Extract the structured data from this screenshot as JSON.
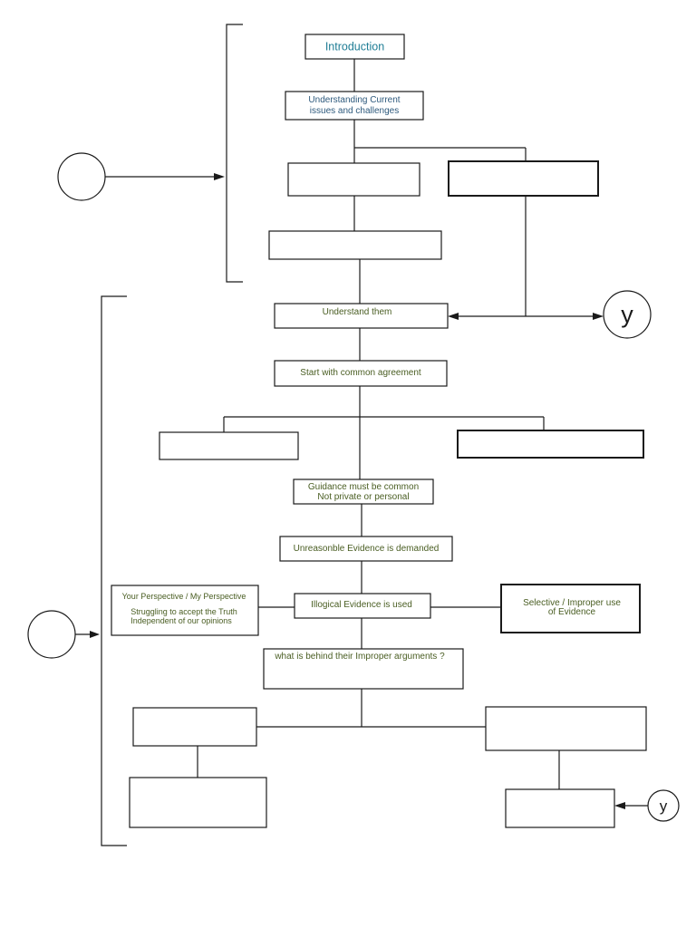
{
  "colors": {
    "title": "#1f7d95",
    "blue_text": "#2e5a7d",
    "green_text": "#4a5e23",
    "line": "#1a1a1a"
  },
  "flowchart": {
    "introduction": "Introduction",
    "understanding_line1": "Understanding Current",
    "understanding_line2": "issues and challenges",
    "understand_them": "Understand them",
    "start_common": "Start with common agreement",
    "guidance_line1": "Guidance must be common",
    "guidance_line2": "Not private or personal",
    "unreasonable": "Unreasonble Evidence is demanded",
    "illogical": "Illogical Evidence is used",
    "perspective_line1": "Your Perspective / My Perspective",
    "perspective_line2": "Struggling to accept the Truth",
    "perspective_line3": "Independent of our opinions",
    "selective_line1": "Selective / Improper use",
    "selective_line2": "of Evidence",
    "behind": "what is behind their Improper arguments ?",
    "connector_large": "y",
    "connector_small": "y"
  }
}
